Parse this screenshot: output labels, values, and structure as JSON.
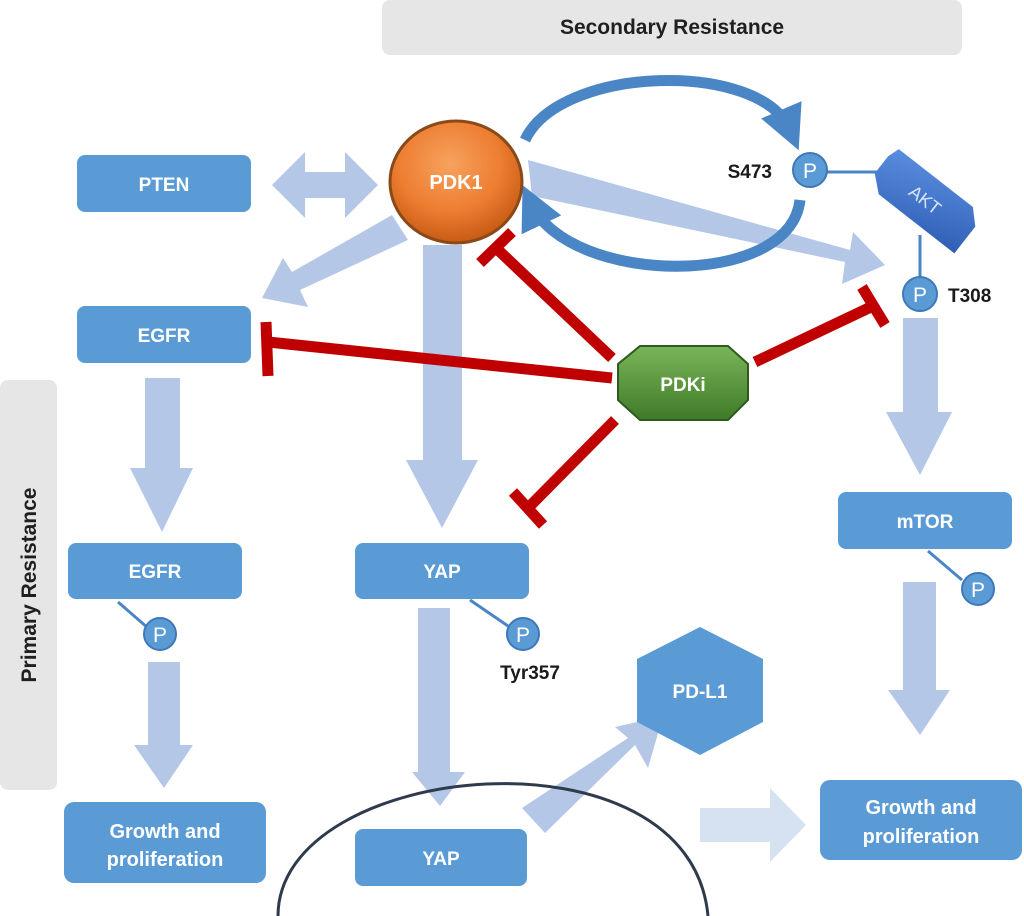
{
  "banners": {
    "secondary": "Secondary Resistance",
    "primary": "Primary Resistance"
  },
  "nodes": {
    "pten": "PTEN",
    "pdk1": "PDK1",
    "egfr_top": "EGFR",
    "egfr_bottom": "EGFR",
    "yap_top": "YAP",
    "yap_bottom": "YAP",
    "pdki": "PDKi",
    "akt": "AKT",
    "mtor": "mTOR",
    "pdl1": "PD-L1",
    "growth_left_line1": "Growth and",
    "growth_left_line2": "proliferation",
    "growth_right_line1": "Growth and",
    "growth_right_line2": "proliferation"
  },
  "phospho": {
    "symbol": "P",
    "s473": "S473",
    "t308": "T308",
    "tyr357": "Tyr357"
  },
  "colors": {
    "node_blue": "#5b9bd5",
    "arrow_light_blue": "#b4c7e7",
    "loop_blue": "#4a86c5",
    "inhibit_red": "#c00000",
    "pdk1_orange": "#ed7d31",
    "pdki_green": "#5a9a3c",
    "akt_blue": "#3f6fc4",
    "banner_gray": "#e6e6e6",
    "nucleus_line": "#2f3b4c"
  }
}
